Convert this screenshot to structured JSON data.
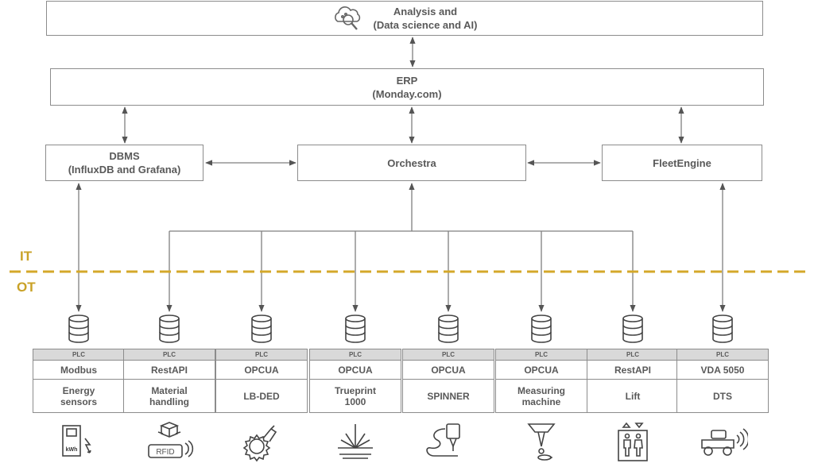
{
  "top": {
    "line1": "Analysis and",
    "line2": "(Data science and AI)",
    "icon": "cloud-search-icon"
  },
  "erp": {
    "line1": "ERP",
    "line2": "(Monday.com)"
  },
  "dbms": {
    "line1": "DBMS",
    "line2": "(InfluxDB and Grafana)"
  },
  "orchestra": {
    "label": "Orchestra"
  },
  "fleet": {
    "label": "FleetEngine"
  },
  "zones": {
    "it": "IT",
    "ot": "OT",
    "divider_color": "#d4a82a"
  },
  "plc_header": "PLC",
  "columns": [
    {
      "protocol": "Modbus",
      "device": "Energy\nsensors",
      "icon": "energy-meter-icon",
      "icon_text": "kWh"
    },
    {
      "protocol": "RestAPI",
      "device": "Material\nhandling",
      "icon": "rfid-box-icon",
      "icon_text": "RFID"
    },
    {
      "protocol": "OPCUA",
      "device": "LB-DED",
      "icon": "laser-gear-icon"
    },
    {
      "protocol": "OPCUA",
      "device": "Trueprint\n1000",
      "icon": "laser-burst-icon"
    },
    {
      "protocol": "OPCUA",
      "device": "SPINNER",
      "icon": "machine-tool-icon"
    },
    {
      "protocol": "OPCUA",
      "device": "Measuring\nmachine",
      "icon": "probe-icon"
    },
    {
      "protocol": "RestAPI",
      "device": "Lift",
      "icon": "elevator-icon"
    },
    {
      "protocol": "VDA 5050",
      "device": "DTS",
      "icon": "wireless-vehicle-icon"
    }
  ]
}
